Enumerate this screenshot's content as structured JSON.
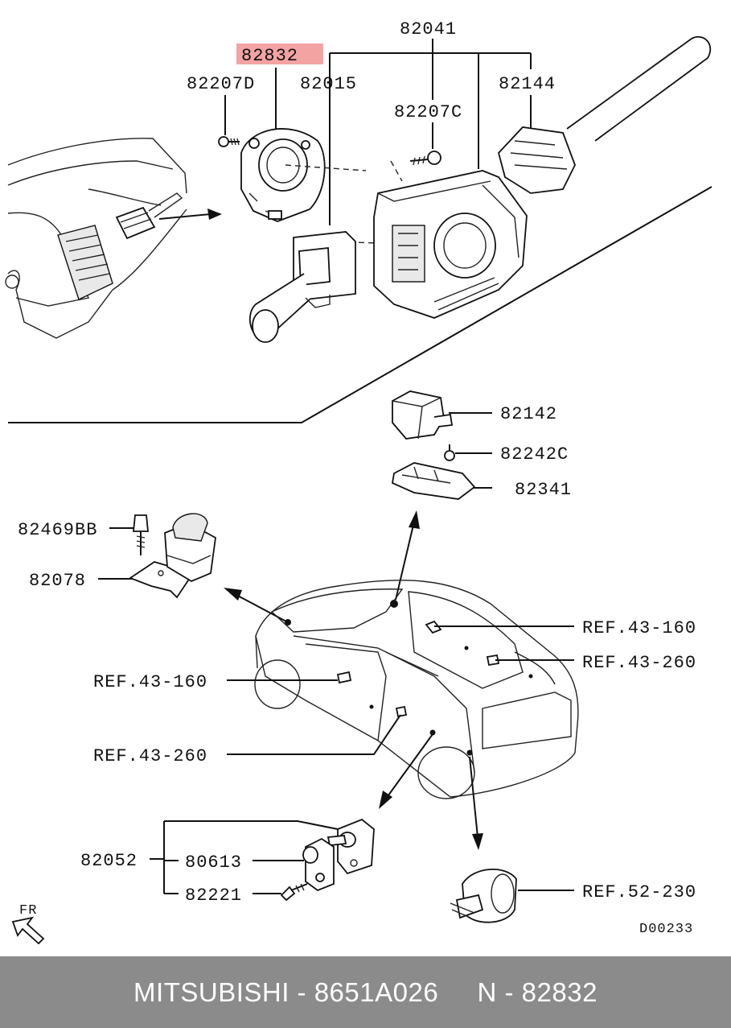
{
  "diagram": {
    "highlight_color": "#f4a3a3",
    "labels": {
      "p82041": "82041",
      "p82832": "82832",
      "p82207D": "82207D",
      "p82015": "82015",
      "p82144": "82144",
      "p82207C": "82207C",
      "p82142": "82142",
      "p82242C": "82242C",
      "p82341": "82341",
      "p82469BB": "82469BB",
      "p82078": "82078",
      "ref_43_160_right": "REF.43-160",
      "ref_43_260_right": "REF.43-260",
      "ref_43_160_left": "REF.43-160",
      "ref_43_260_left": "REF.43-260",
      "p82052": "82052",
      "p80613": "80613",
      "p82221": "82221",
      "ref_52_230": "REF.52-230",
      "fr": "FR",
      "code": "D00233"
    }
  },
  "footer": {
    "text": "MITSUBISHI - 8651A026     N - 82832",
    "background": "#8b8b8b"
  }
}
